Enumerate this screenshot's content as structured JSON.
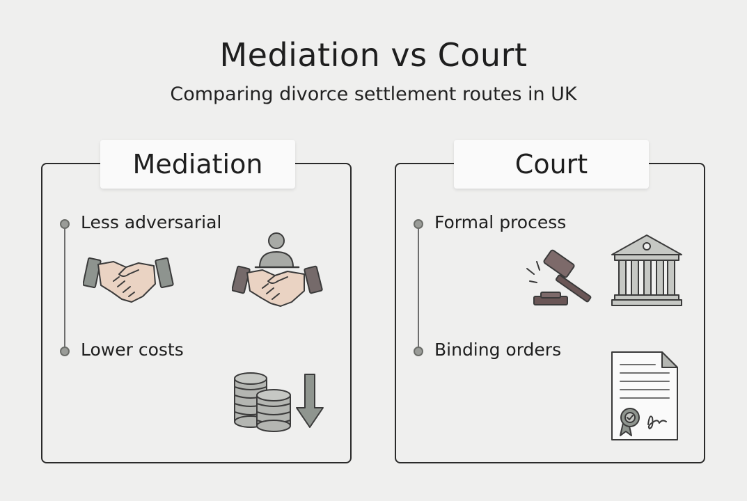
{
  "title": "Mediation vs Court",
  "subtitle": "Comparing divorce settlement routes in UK",
  "panels": {
    "mediation": {
      "header": "Mediation",
      "points": [
        "Less adversarial",
        "Lower costs"
      ],
      "icons": [
        "handshake-icon",
        "mediator-handshake-icon",
        "coin-stacks-icon",
        "down-arrow-icon"
      ]
    },
    "court": {
      "header": "Court",
      "points": [
        "Formal process",
        "Binding orders"
      ],
      "icons": [
        "gavel-icon",
        "courthouse-icon",
        "certificate-document-icon"
      ]
    }
  },
  "colors": {
    "background": "#efefee",
    "border": "#2a2a2a",
    "icon_grey": "#9a9c98",
    "skin": "#ead3c3",
    "gavel_brown": "#6a5656"
  }
}
